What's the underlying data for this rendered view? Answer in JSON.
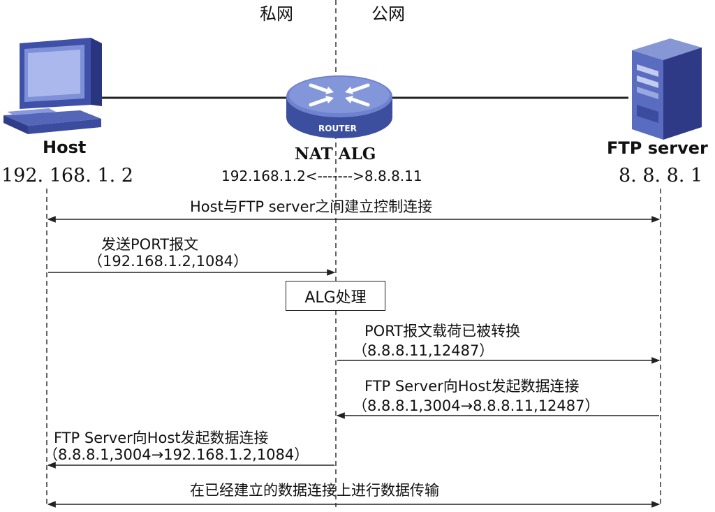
{
  "zones": {
    "private": "私网",
    "public": "公网"
  },
  "nodes": {
    "host": {
      "name": "Host",
      "ip": "192. 168. 1. 2"
    },
    "alg": {
      "name": "NAT ALG",
      "mapping": "192.168.1.2<------->8.8.8.11",
      "badge": "ROUTER"
    },
    "server": {
      "name": "FTP server",
      "ip": "8. 8. 8. 1"
    }
  },
  "messages": {
    "control": "Host与FTP server之间建立控制连接",
    "port_send": {
      "line1": "发送PORT报文",
      "line2": "（192.168.1.2,1084）"
    },
    "alg_process": "ALG处理",
    "port_converted": {
      "line1": "PORT报文载荷已被转换",
      "line2": "（8.8.8.11,12487）"
    },
    "data_conn_public": {
      "line1": "FTP Server向Host发起数据连接",
      "line2": "（8.8.8.1,3004→8.8.8.11,12487）"
    },
    "data_conn_private": {
      "line1": "FTP Server向Host发起数据连接",
      "line2": "（8.8.8.1,3004→192.168.1.2,1084）"
    },
    "transfer": "在已经建立的数据连接上进行数据传输"
  },
  "icons": {
    "host": "computer-icon",
    "router": "router-icon",
    "server": "server-icon"
  }
}
